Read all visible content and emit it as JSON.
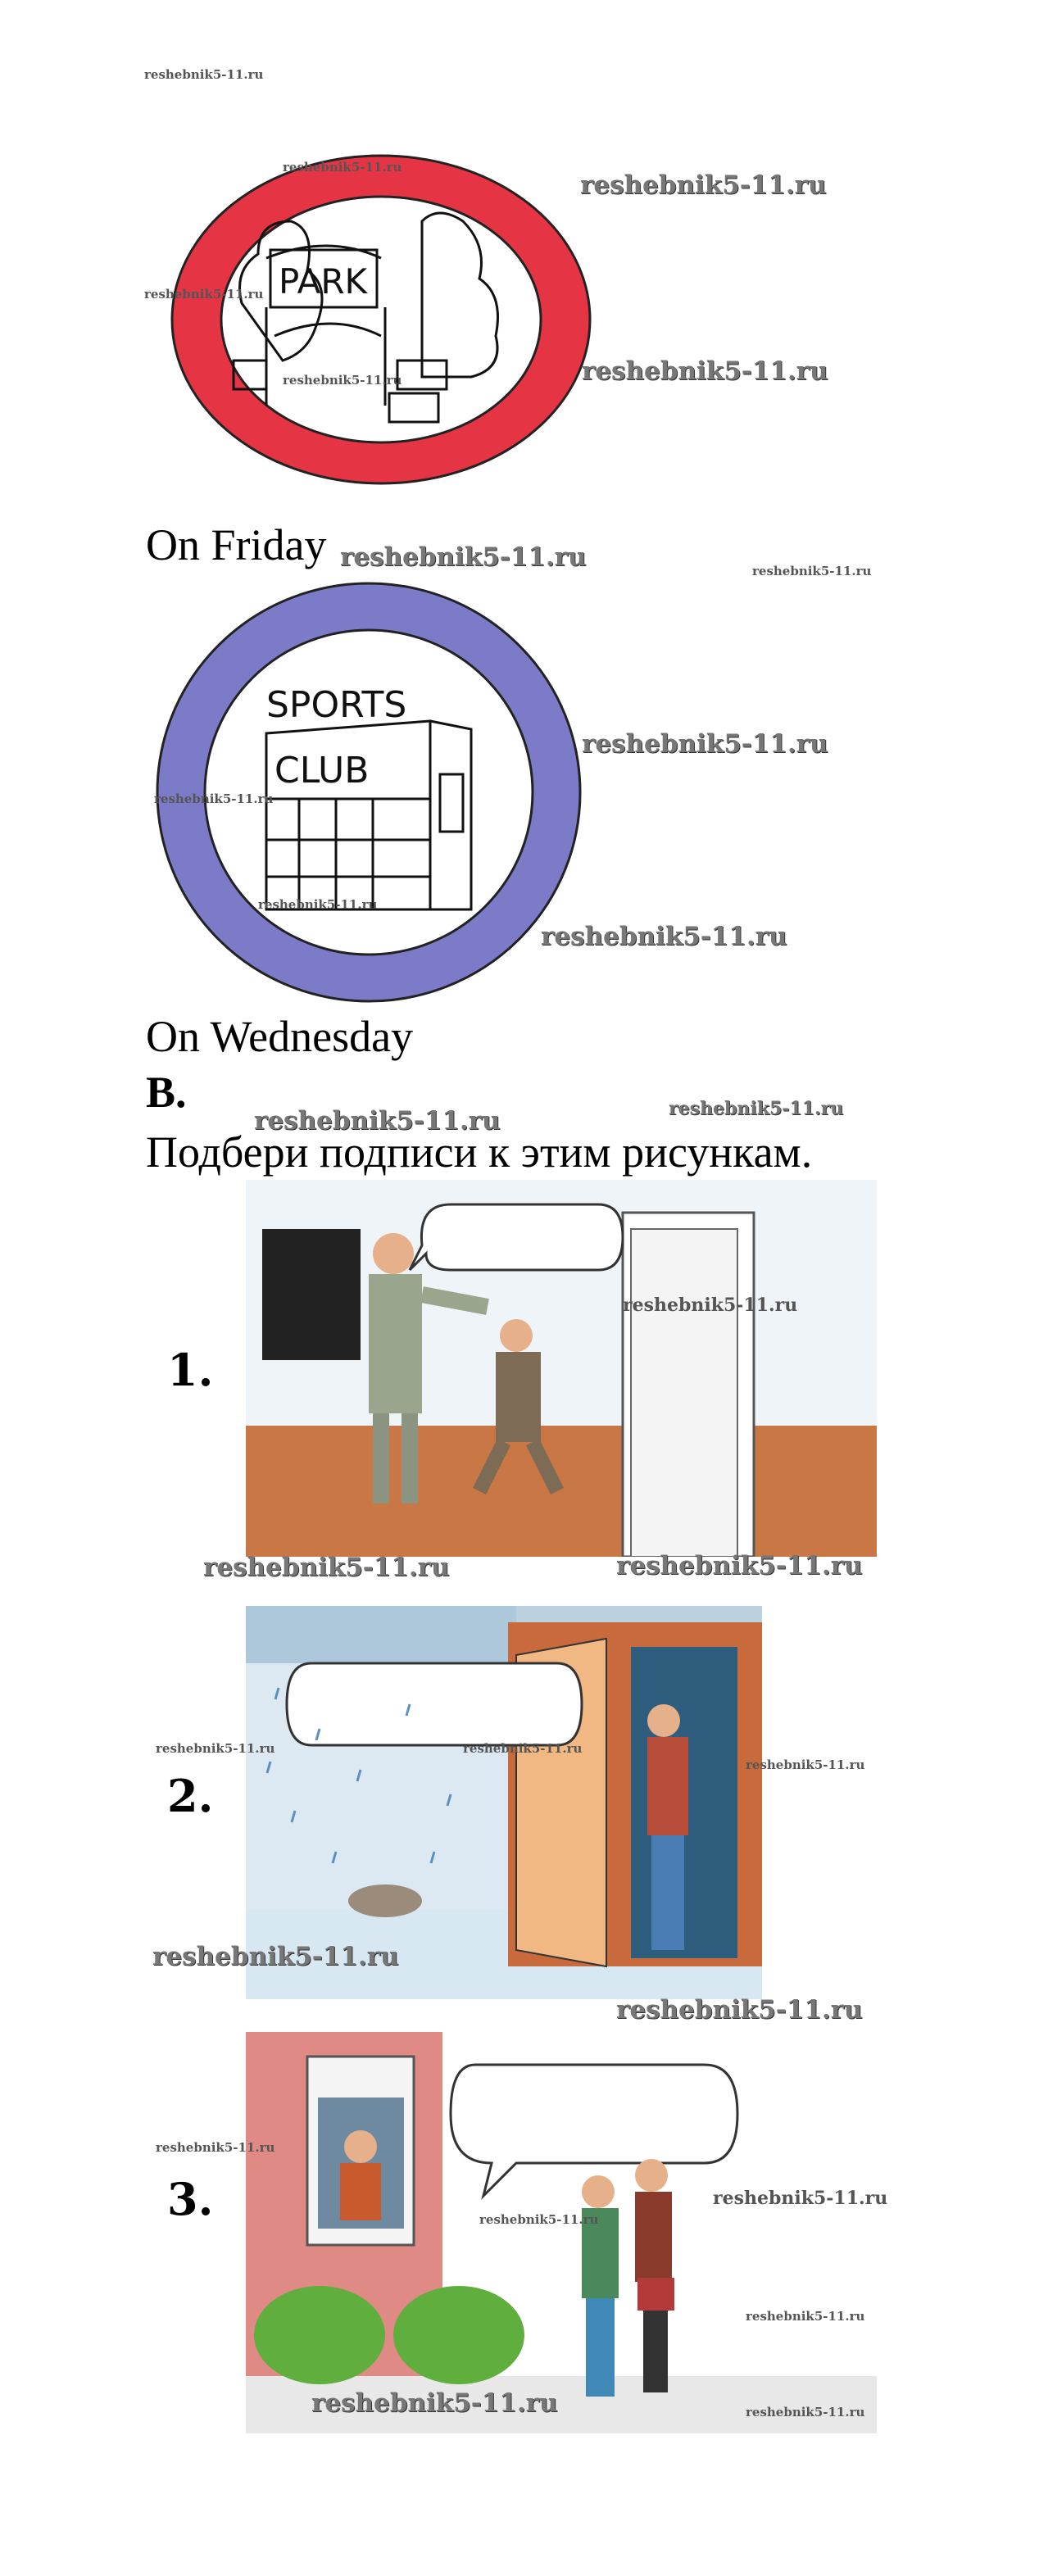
{
  "watermark": "reshebnik5-11.ru",
  "section_a": {
    "signs": [
      {
        "label": "PARK",
        "caption": "On Friday",
        "ring_color": "#e53545"
      },
      {
        "label_line1": "SPORTS",
        "label_line2": "CLUB",
        "caption": "On Wednesday",
        "ring_color": "#7b7bc8"
      }
    ]
  },
  "section_b": {
    "heading": "B.",
    "instruction": "Подбери подписи к этим рисункам.",
    "pictures": [
      {
        "number": "1."
      },
      {
        "number": "2."
      },
      {
        "number": "3."
      }
    ]
  }
}
